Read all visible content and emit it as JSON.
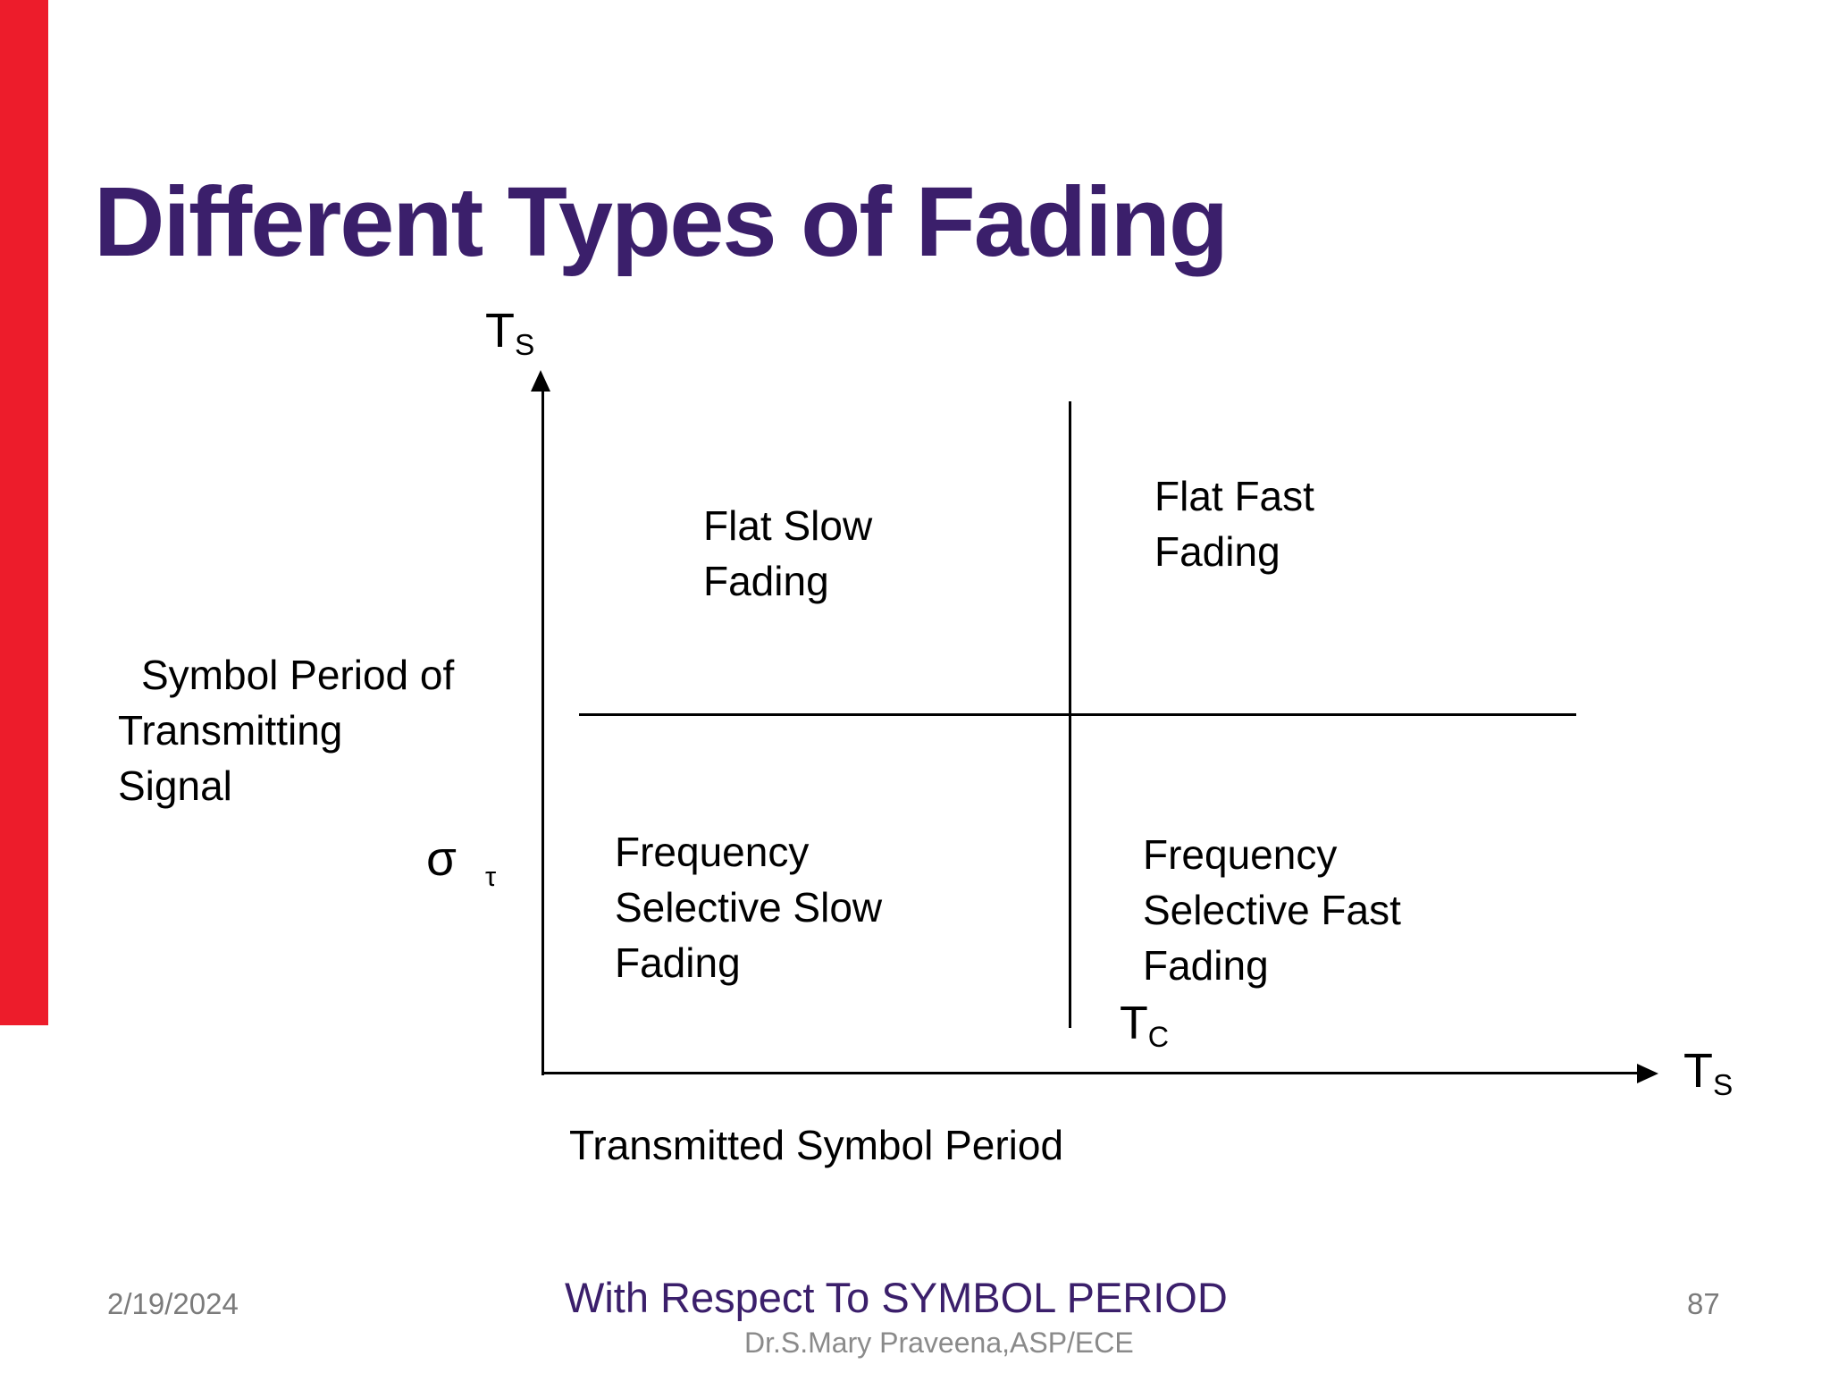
{
  "slide": {
    "title": "Different Types of Fading",
    "title_color": "#3B1F6B",
    "background_color": "#FFFFFF",
    "left_edge_bar_color": "#ED1C2B"
  },
  "diagram": {
    "line_color": "#000000",
    "y_axis": {
      "label_base": "T",
      "label_sub": "S"
    },
    "x_axis": {
      "label_base": "T",
      "label_sub": "S",
      "caption": "Transmitted Symbol Period"
    },
    "coherence_time": {
      "label_base": "T",
      "label_sub": "C"
    },
    "delay_spread": {
      "label_base": "σ",
      "label_sub": "τ"
    },
    "y_axis_caption": {
      "lines": [
        "Symbol Period of",
        "Transmitting",
        "Signal"
      ]
    },
    "quadrants": {
      "top_left": "Flat Slow\nFading",
      "top_right": "Flat Fast\nFading",
      "bottom_left": "Frequency\nSelective Slow\nFading",
      "bottom_right": "Frequency\nSelective Fast\nFading"
    }
  },
  "footer": {
    "date": "2/19/2024",
    "author": "Dr.S.Mary Praveena,ASP/ECE",
    "page_number": "87",
    "emphasis_text": "With Respect To SYMBOL PERIOD",
    "emphasis_color": "#3B1F6B",
    "footer_text_color": "#7B7B7B"
  }
}
